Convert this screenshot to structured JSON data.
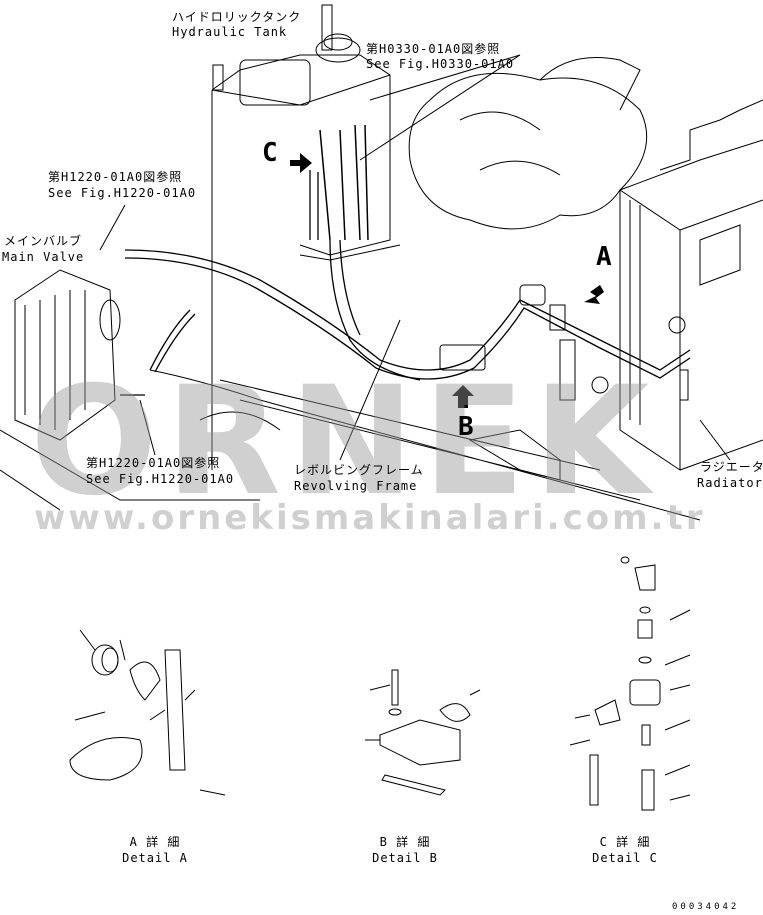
{
  "labels": {
    "hydraulic_tank_jp": "ハイドロリックタンク",
    "hydraulic_tank_en": "Hydraulic Tank",
    "ref_h0330_jp": "第H0330-01A0図参照",
    "ref_h0330_en": "See Fig.H0330-01A0",
    "ref_h1220_top_jp": "第H1220-01A0図参照",
    "ref_h1220_top_en": "See Fig.H1220-01A0",
    "main_valve_jp": "メインバルブ",
    "main_valve_en": "Main Valve",
    "ref_h1220_bottom_jp": "第H1220-01A0図参照",
    "ref_h1220_bottom_en": "See Fig.H1220-01A0",
    "revolving_frame_jp": "レボルビングフレーム",
    "revolving_frame_en": "Revolving Frame",
    "radiator_jp": "ラジエータ",
    "radiator_en": "Radiator",
    "callout_a": "A",
    "callout_b": "B",
    "callout_c": "C"
  },
  "details": [
    {
      "jp": "A 詳 細",
      "en": "Detail A"
    },
    {
      "jp": "B 詳 細",
      "en": "Detail B"
    },
    {
      "jp": "C 詳 細",
      "en": "Detail C"
    }
  ],
  "watermark": {
    "logo": "ORNEK",
    "url": "www.ornekismakinalari.com.tr",
    "color": "#969696"
  },
  "drawing_number": "00034042"
}
